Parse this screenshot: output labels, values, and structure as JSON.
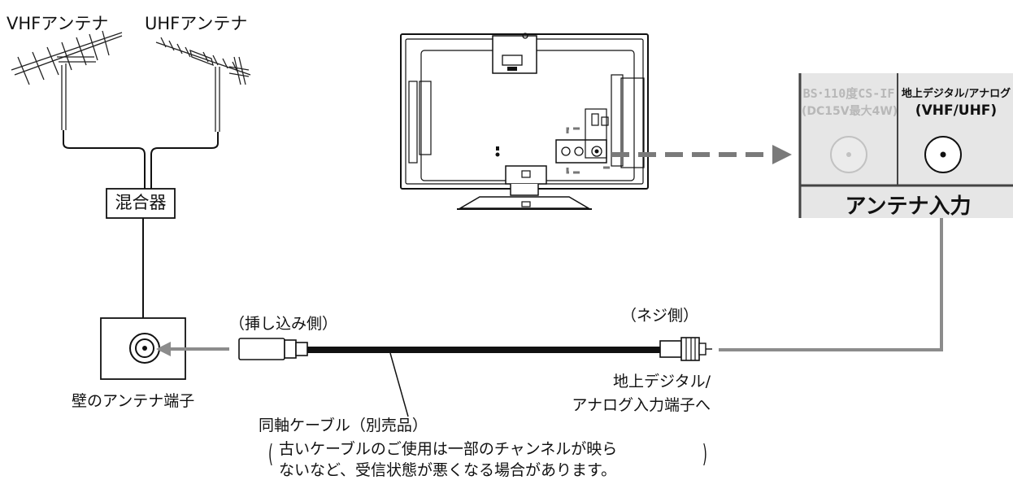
{
  "antennas": {
    "vhf_label": "VHFアンテナ",
    "uhf_label": "UHFアンテナ"
  },
  "mixer": {
    "label": "混合器"
  },
  "wall_outlet": {
    "label": "壁のアンテナ端子"
  },
  "cable": {
    "plug_side_label": "（挿し込み側）",
    "screw_side_label": "（ネジ側）",
    "name_label": "同軸ケーブル（別売品）",
    "note_line1": "古いケーブルのご使用は一部のチャンネルが映ら",
    "note_line2": "ないなど、受信状態が悪くなる場合があります。"
  },
  "terminal_label": {
    "line1": "地上デジタル/",
    "line2": "アナログ入力端子へ"
  },
  "antenna_panel": {
    "bs_line1": "BS･110度CS-IF",
    "bs_line2": "(DC15V最大4W)",
    "terrestrial_line1": "地上デジタル/アナログ",
    "terrestrial_line2": "(VHF/UHF)",
    "input_label": "アンテナ入力"
  },
  "colors": {
    "arrow_gray": "#8c8c8c",
    "dashed_arrow": "#7a7a7a",
    "panel_bg": "#e6e6e6",
    "panel_faded_text": "#b8b8b8",
    "cable_black": "#111111"
  }
}
